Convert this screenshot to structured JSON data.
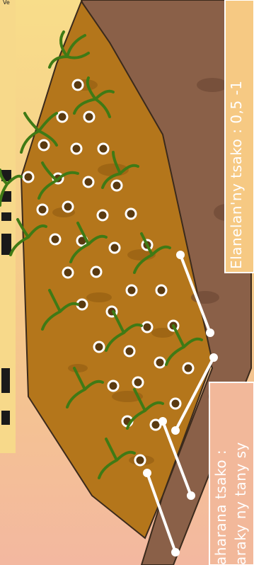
{
  "version_text": "Ve",
  "labels": {
    "seed_spacing": "Elanelan'ny tsako : 0,5 -1",
    "corn_per_hole_line1": "aharana tsako :",
    "corn_per_hole_line2": "araky ny tany sy"
  },
  "colors": {
    "soil": "#b4761b",
    "soil_side": "#8a6048",
    "plant": "#4c8a1c",
    "background_top": "#f8dd8a",
    "background_bottom": "#f3b8a0"
  }
}
